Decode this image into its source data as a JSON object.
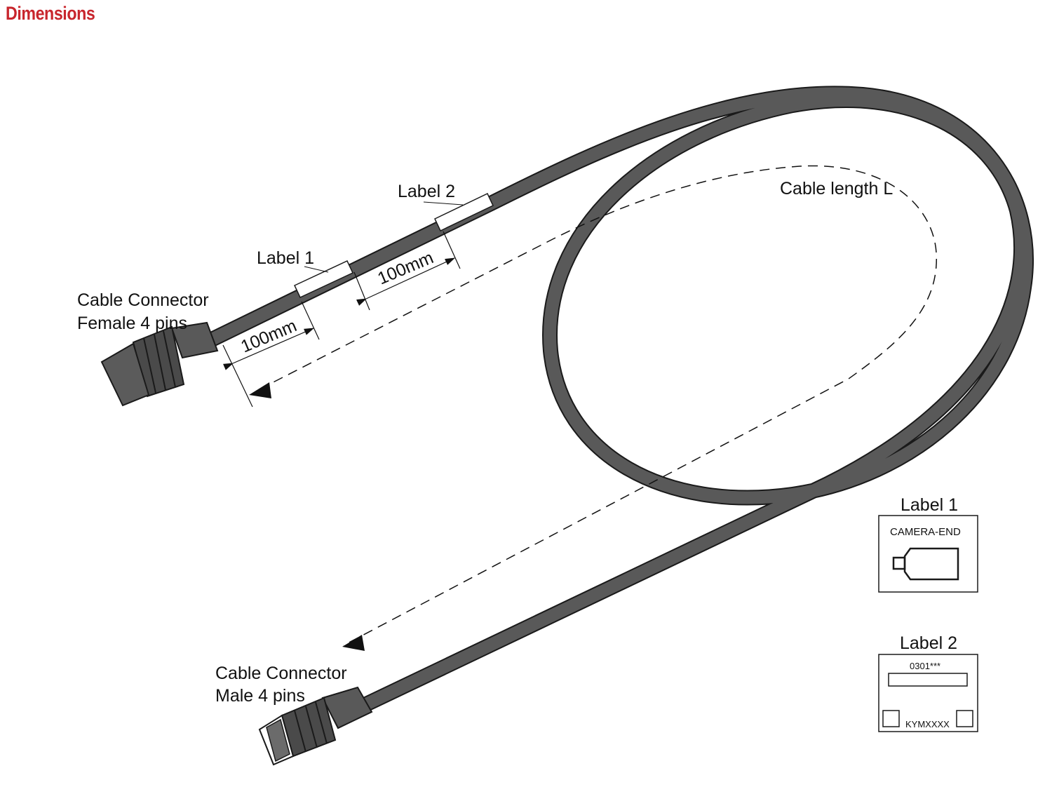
{
  "header": {
    "title": "Dimensions"
  },
  "colors": {
    "accent": "#c8262d",
    "cable": "#595959",
    "outline": "#1a1a1a"
  },
  "callouts": {
    "connector_female": [
      "Cable Connector",
      "Female 4 pins"
    ],
    "connector_male": [
      "Cable Connector",
      "Male 4 pins"
    ],
    "label_1": "Label 1",
    "label_2": "Label 2",
    "cable_length": "Cable length L"
  },
  "dimensions": {
    "first": "100mm",
    "second": "100mm"
  },
  "legend": {
    "label_1": {
      "title": "Label 1",
      "text": "CAMERA-END",
      "icon": "camera-icon"
    },
    "label_2": {
      "title": "Label 2",
      "code": "0301***",
      "serial": "KYMXXXX"
    }
  }
}
